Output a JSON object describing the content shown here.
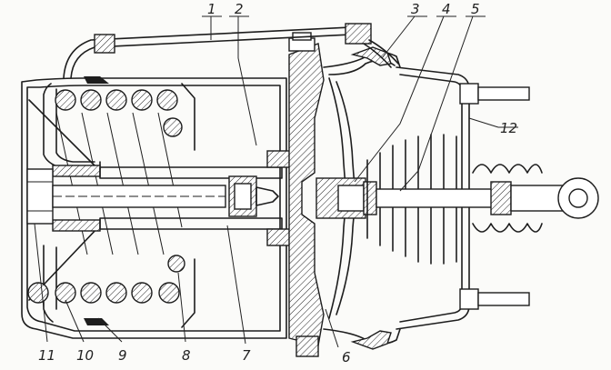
{
  "figure": {
    "callouts": [
      {
        "id": "1",
        "text": "1"
      },
      {
        "id": "2",
        "text": "2"
      },
      {
        "id": "3",
        "text": "3"
      },
      {
        "id": "4",
        "text": "4"
      },
      {
        "id": "5",
        "text": "5"
      },
      {
        "id": "6",
        "text": "6"
      },
      {
        "id": "7",
        "text": "7"
      },
      {
        "id": "8",
        "text": "8"
      },
      {
        "id": "9",
        "text": "9"
      },
      {
        "id": "10",
        "text": "10"
      },
      {
        "id": "11",
        "text": "11"
      },
      {
        "id": "12",
        "text": "12"
      }
    ]
  }
}
